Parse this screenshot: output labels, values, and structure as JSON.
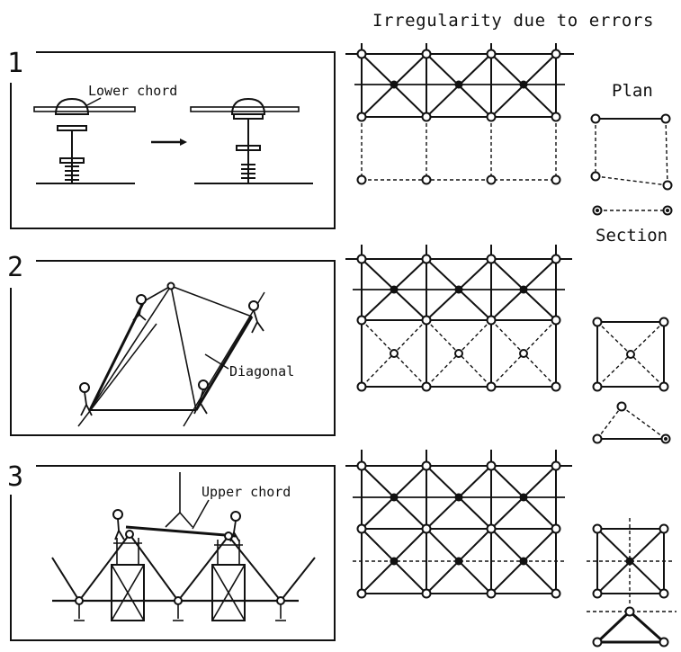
{
  "header": {
    "title": "Irregularity due to errors"
  },
  "side_labels": {
    "plan": "Plan",
    "section": "Section"
  },
  "steps": [
    {
      "number": "1",
      "label": "Lower chord"
    },
    {
      "number": "2",
      "label": "Diagonal"
    },
    {
      "number": "3",
      "label": "Upper chord"
    }
  ]
}
